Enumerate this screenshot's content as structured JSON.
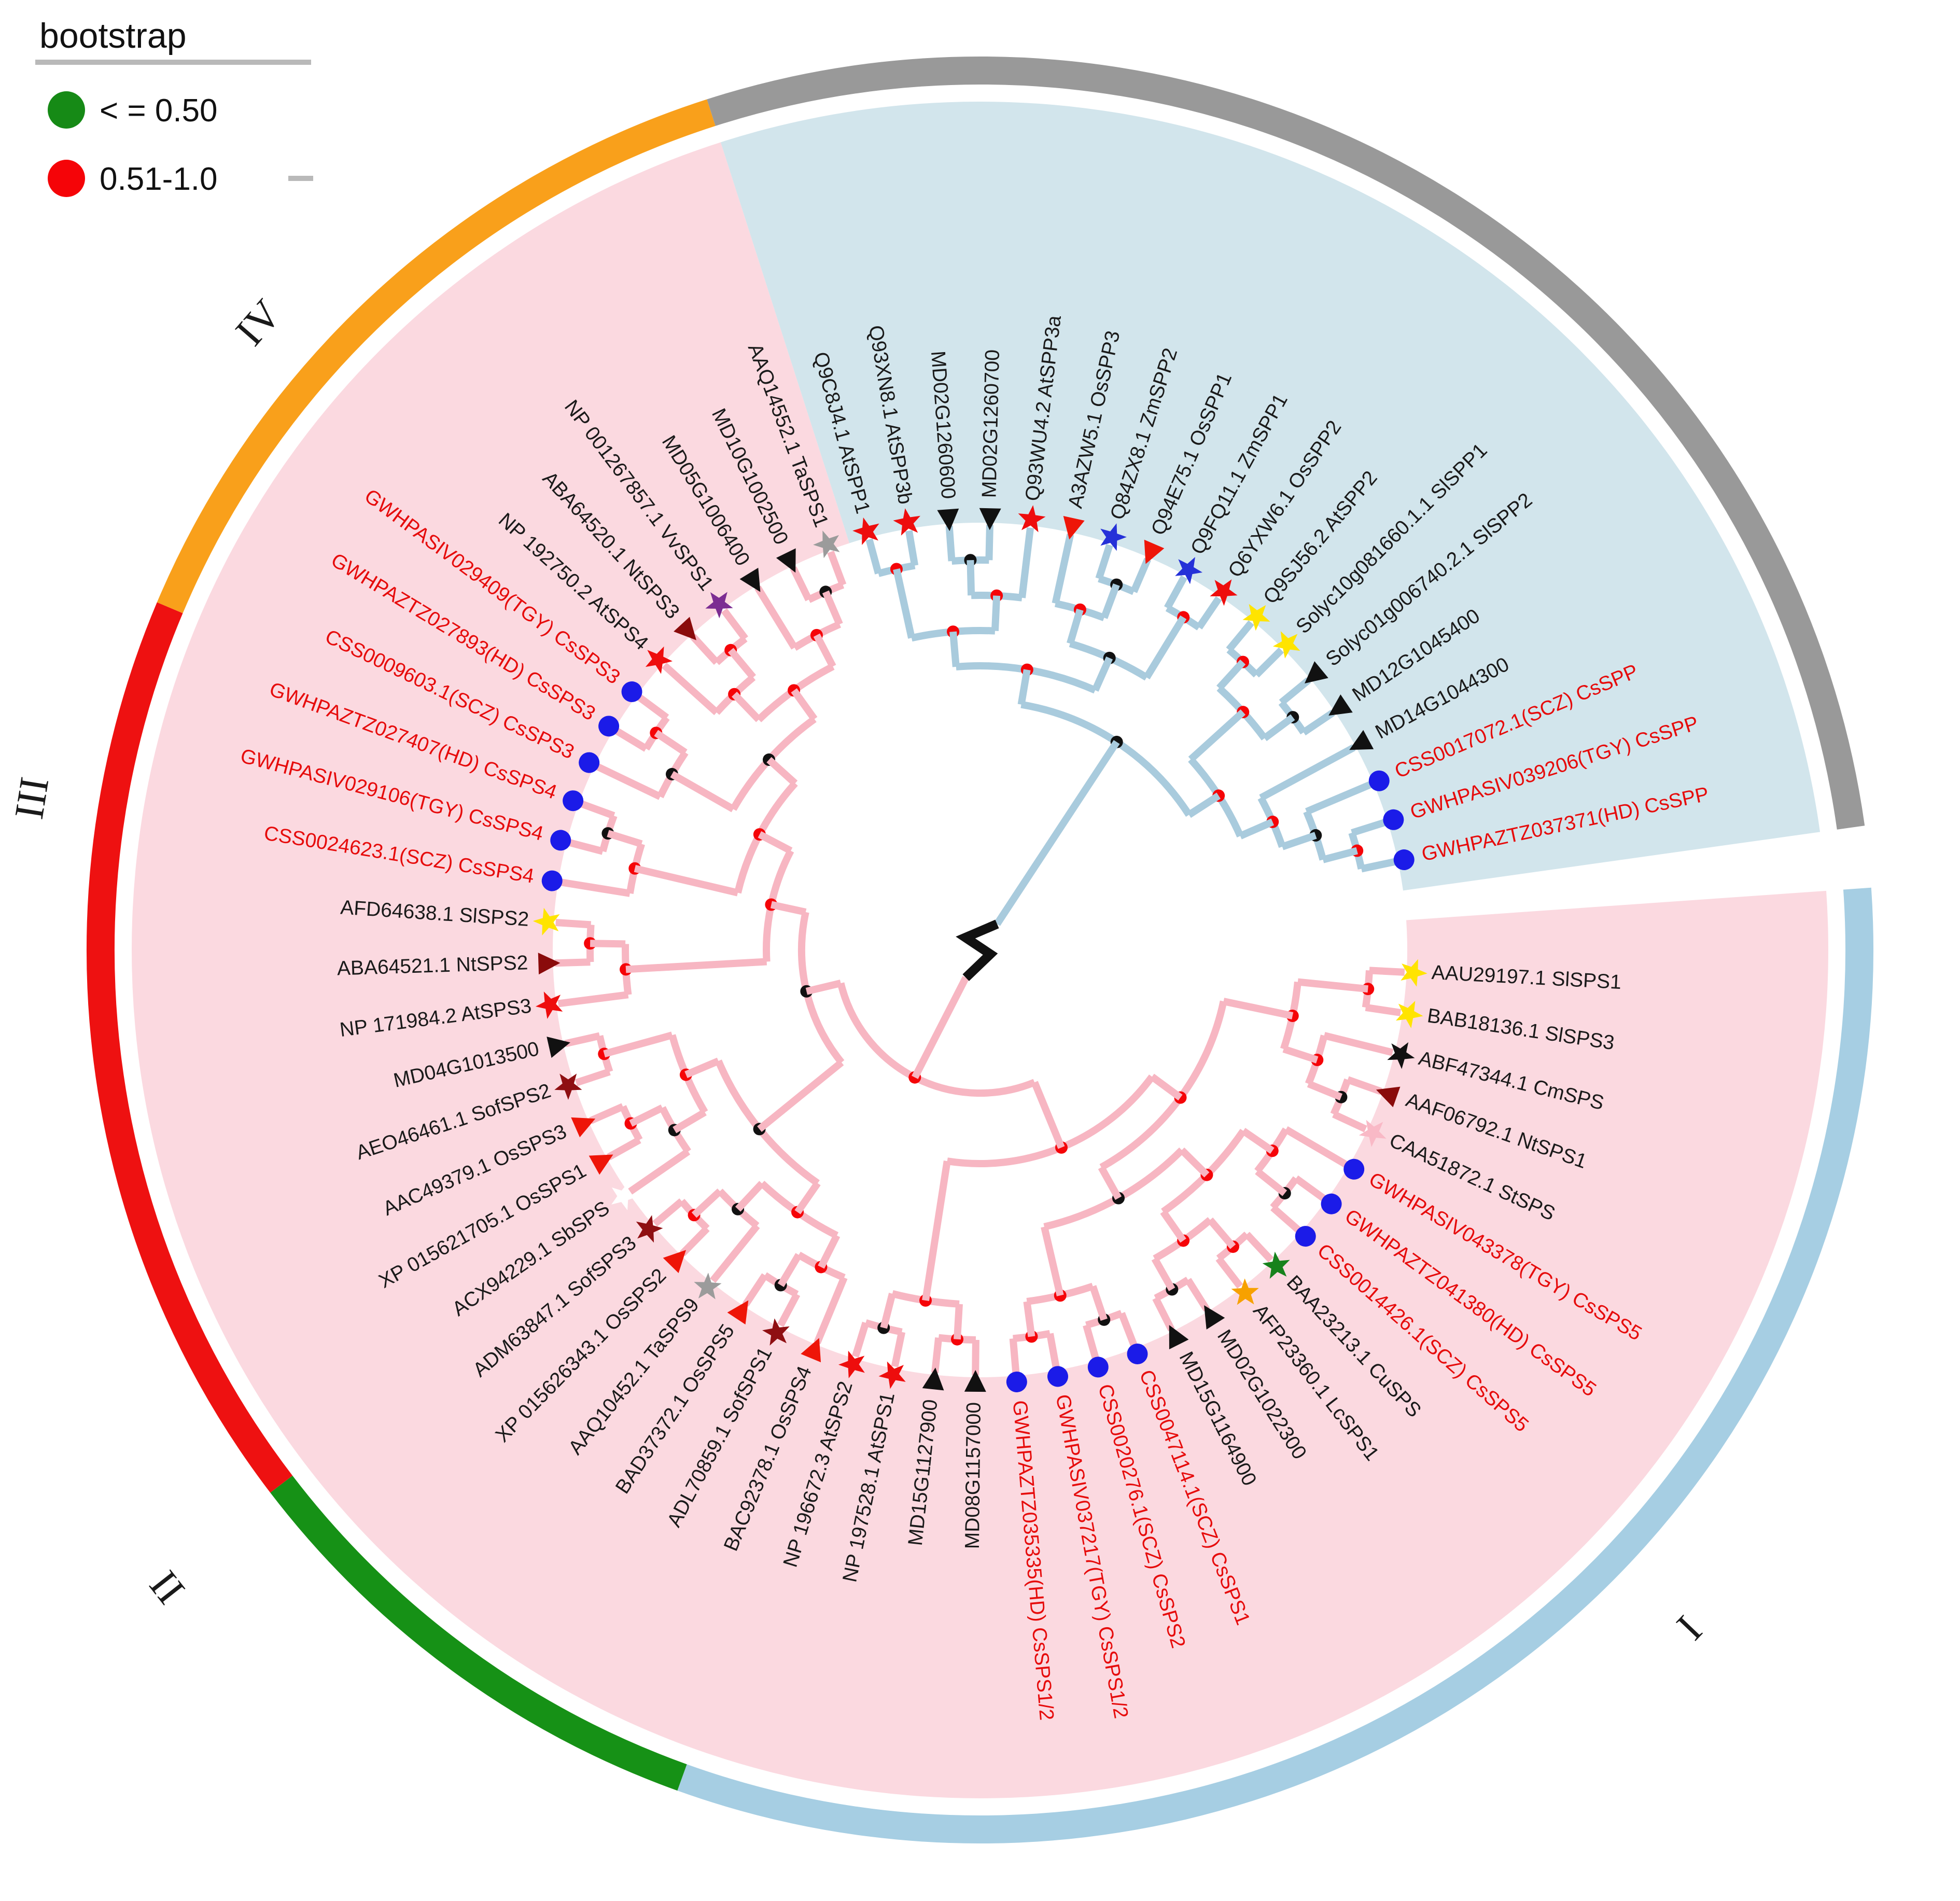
{
  "legend": {
    "title": "bootstrap",
    "items": [
      {
        "label": "< = 0.50",
        "color": "#168a16"
      },
      {
        "label": "0.51-1.0",
        "color": "#f50408"
      }
    ]
  },
  "style": {
    "sps_sector_fill": "#fbd9e0",
    "spp_sector_fill": "#d2e5ec",
    "sps_branch": "#f7b6c2",
    "spp_branch": "#a9cbdd",
    "node_dot_red": "#f50408",
    "node_dot_black": "#111111",
    "label_black": "#1a1a1a",
    "label_red": "#e60b0b",
    "root_color": "#111111"
  },
  "sectors": [
    {
      "name": "sps",
      "color": "#fbd9e0",
      "a0": -4,
      "a1": 252.2
    },
    {
      "name": "spp",
      "color": "#d2e5ec",
      "a0": 252.2,
      "a1": 352
    }
  ],
  "arcs": [
    {
      "group": "I",
      "color": "#a6cee3",
      "a0": -4,
      "a1": 109.8
    },
    {
      "group": "II",
      "color": "#169116",
      "a0": 109.8,
      "a1": 142.6
    },
    {
      "group": "III",
      "color": "#ee1111",
      "a0": 142.6,
      "a1": 202.9
    },
    {
      "group": "IV",
      "color": "#f9a01b",
      "a0": 202.9,
      "a1": 252.2
    },
    {
      "group": "SPP",
      "color": "#999999",
      "a0": 252.2,
      "a1": 352
    }
  ],
  "numerals": [
    {
      "label": "I",
      "angle": 43.7,
      "r": 950
    },
    {
      "label": "II",
      "angle": 141.9,
      "r": 1000
    },
    {
      "label": "III",
      "angle": 189.1,
      "r": 922
    },
    {
      "label": "IV",
      "angle": 221.0,
      "r": 918
    }
  ],
  "marker_defs": {
    "yellow-star": {
      "shape": "star",
      "fill": "#ffe400"
    },
    "black-star": {
      "shape": "star",
      "fill": "#111111"
    },
    "red-star": {
      "shape": "star",
      "fill": "#ee0d0d"
    },
    "darkred-star": {
      "shape": "star",
      "fill": "#8f0f12"
    },
    "gray-star": {
      "shape": "star",
      "fill": "#9b9b9b"
    },
    "white-star": {
      "shape": "star",
      "fill": "#ffffff"
    },
    "pink-star": {
      "shape": "star",
      "fill": "#f9b9c6"
    },
    "purple-star": {
      "shape": "star",
      "fill": "#7c2d92"
    },
    "green-star": {
      "shape": "star",
      "fill": "#17821c"
    },
    "orange-star": {
      "shape": "star",
      "fill": "#f7a100"
    },
    "blue-star": {
      "shape": "star",
      "fill": "#2531d8"
    },
    "black-triangle": {
      "shape": "triangle",
      "fill": "#111111"
    },
    "red-triangle": {
      "shape": "triangle",
      "fill": "#ee1508"
    },
    "darkred-triangle": {
      "shape": "triangle",
      "fill": "#8a0b0b"
    },
    "blue-circle": {
      "shape": "circle",
      "fill": "#1b1be8"
    }
  },
  "tips": [
    {
      "id": 1,
      "label": "AAU29197.1 SlSPS1",
      "color": "black",
      "marker": "yellow-star"
    },
    {
      "id": 2,
      "label": "BAB18136.1 SlSPS3",
      "color": "black",
      "marker": "yellow-star"
    },
    {
      "id": 3,
      "label": "ABF47344.1 CmSPS",
      "color": "black",
      "marker": "black-star"
    },
    {
      "id": 4,
      "label": "AAF06792.1 NtSPS1",
      "color": "black",
      "marker": "darkred-triangle"
    },
    {
      "id": 5,
      "label": "CAA51872.1 StSPS",
      "color": "black",
      "marker": "pink-star"
    },
    {
      "id": 6,
      "label": "GWHPASIV043378(TGY) CsSPS5",
      "color": "red",
      "marker": "blue-circle"
    },
    {
      "id": 7,
      "label": "GWHPAZTZ041380(HD) CsSPS5",
      "color": "red",
      "marker": "blue-circle"
    },
    {
      "id": 8,
      "label": "CSS0014426.1(SCZ) CsSPS5",
      "color": "red",
      "marker": "blue-circle"
    },
    {
      "id": 9,
      "label": "BAA23213.1 CuSPS",
      "color": "black",
      "marker": "green-star"
    },
    {
      "id": 10,
      "label": "AFP23360.1 LcSPS1",
      "color": "black",
      "marker": "orange-star"
    },
    {
      "id": 11,
      "label": "MD02G1022300",
      "color": "black",
      "marker": "black-triangle"
    },
    {
      "id": 12,
      "label": "MD15G1164900",
      "color": "black",
      "marker": "black-triangle"
    },
    {
      "id": 13,
      "label": "CSS0047114.1(SCZ) CsSPS1",
      "color": "red",
      "marker": "blue-circle"
    },
    {
      "id": 14,
      "label": "CSS0020276.1(SCZ) CsSPS2",
      "color": "red",
      "marker": "blue-circle"
    },
    {
      "id": 15,
      "label": "GWHPASIV037217(TGY) CsSPS1/2",
      "color": "red",
      "marker": "blue-circle"
    },
    {
      "id": 16,
      "label": "GWHPAZTZ035335(HD) CsSPS1/2",
      "color": "red",
      "marker": "blue-circle"
    },
    {
      "id": 17,
      "label": "MD08G1157000",
      "color": "black",
      "marker": "black-triangle"
    },
    {
      "id": 18,
      "label": "MD15G1127900",
      "color": "black",
      "marker": "black-triangle"
    },
    {
      "id": 19,
      "label": "NP 197528.1 AtSPS1",
      "color": "black",
      "marker": "red-star"
    },
    {
      "id": 20,
      "label": "NP 196672.3 AtSPS2",
      "color": "black",
      "marker": "red-star"
    },
    {
      "id": 21,
      "label": "BAC92378.1 OsSPS4",
      "color": "black",
      "marker": "red-triangle"
    },
    {
      "id": 22,
      "label": "ADL70859.1 SofSPS1",
      "color": "black",
      "marker": "darkred-star"
    },
    {
      "id": 23,
      "label": "BAD37372.1 OsSPS5",
      "color": "black",
      "marker": "red-triangle"
    },
    {
      "id": 24,
      "label": "AAQ10452.1 TaSPS9",
      "color": "black",
      "marker": "gray-star"
    },
    {
      "id": 25,
      "label": "XP 015626343.1 OsSPS2",
      "color": "black",
      "marker": "red-triangle"
    },
    {
      "id": 26,
      "label": "ADM63847.1 SofSPS3",
      "color": "black",
      "marker": "darkred-star"
    },
    {
      "id": 27,
      "label": "ACX94229.1 SbSPS",
      "color": "black",
      "marker": "white-star"
    },
    {
      "id": 28,
      "label": "XP 015621705.1 OsSPS1",
      "color": "black",
      "marker": "red-triangle"
    },
    {
      "id": 29,
      "label": "AAC49379.1 OsSPS3",
      "color": "black",
      "marker": "red-triangle"
    },
    {
      "id": 30,
      "label": "AEO46461.1 SofSPS2",
      "color": "black",
      "marker": "darkred-star"
    },
    {
      "id": 31,
      "label": "MD04G1013500",
      "color": "black",
      "marker": "black-triangle"
    },
    {
      "id": 32,
      "label": "NP 171984.2 AtSPS3",
      "color": "black",
      "marker": "red-star"
    },
    {
      "id": 33,
      "label": "ABA64521.1 NtSPS2",
      "color": "black",
      "marker": "darkred-triangle"
    },
    {
      "id": 34,
      "label": "AFD64638.1 SlSPS2",
      "color": "black",
      "marker": "yellow-star"
    },
    {
      "id": 35,
      "label": "CSS0024623.1(SCZ) CsSPS4",
      "color": "red",
      "marker": "blue-circle"
    },
    {
      "id": 36,
      "label": "GWHPASIV029106(TGY) CsSPS4",
      "color": "red",
      "marker": "blue-circle"
    },
    {
      "id": 37,
      "label": "GWHPAZTZ027407(HD) CsSPS4",
      "color": "red",
      "marker": "blue-circle"
    },
    {
      "id": 38,
      "label": "CSS0009603.1(SCZ) CsSPS3",
      "color": "red",
      "marker": "blue-circle"
    },
    {
      "id": 39,
      "label": "GWHPAZTZ027893(HD) CsSPS3",
      "color": "red",
      "marker": "blue-circle"
    },
    {
      "id": 40,
      "label": "GWHPASIV029409(TGY) CsSPS3",
      "color": "red",
      "marker": "blue-circle"
    },
    {
      "id": 41,
      "label": "NP 192750.2 AtSPS4",
      "color": "black",
      "marker": "red-star"
    },
    {
      "id": 42,
      "label": "ABA64520.1 NtSPS3",
      "color": "black",
      "marker": "darkred-triangle"
    },
    {
      "id": 43,
      "label": "NP 001267857.1 VvSPS1",
      "color": "black",
      "marker": "purple-star"
    },
    {
      "id": 44,
      "label": "MD05G1006400",
      "color": "black",
      "marker": "black-triangle"
    },
    {
      "id": 45,
      "label": "MD10G1002500",
      "color": "black",
      "marker": "black-triangle"
    },
    {
      "id": 46,
      "label": "AAQ14552.1 TaSPS1",
      "color": "black",
      "marker": "gray-star"
    },
    {
      "id": 47,
      "label": "Q9C8J4.1 AtSPP1",
      "color": "black",
      "marker": "red-star"
    },
    {
      "id": 48,
      "label": "Q93XN8.1 AtSPP3b",
      "color": "black",
      "marker": "red-star"
    },
    {
      "id": 49,
      "label": "MD02G1260600",
      "color": "black",
      "marker": "black-triangle"
    },
    {
      "id": 50,
      "label": "MD02G1260700",
      "color": "black",
      "marker": "black-triangle"
    },
    {
      "id": 51,
      "label": "Q93WU4.2 AtSPP3a",
      "color": "black",
      "marker": "red-star"
    },
    {
      "id": 52,
      "label": "A3AZW5.1 OsSPP3",
      "color": "black",
      "marker": "red-triangle"
    },
    {
      "id": 53,
      "label": "Q84ZX8.1 ZmSPP2",
      "color": "black",
      "marker": "blue-star"
    },
    {
      "id": 54,
      "label": "Q94E75.1 OsSPP1",
      "color": "black",
      "marker": "red-triangle"
    },
    {
      "id": 55,
      "label": "Q9FQ11.1 ZmSPP1",
      "color": "black",
      "marker": "blue-star"
    },
    {
      "id": 56,
      "label": "Q6YXW6.1 OsSPP2",
      "color": "black",
      "marker": "red-star"
    },
    {
      "id": 57,
      "label": "Q9SJ56.2 AtSPP2",
      "color": "black",
      "marker": "yellow-star"
    },
    {
      "id": 58,
      "label": "Solyc10g081660.1.1 SlSPP1",
      "color": "black",
      "marker": "yellow-star"
    },
    {
      "id": 59,
      "label": "Solyc01g006740.2.1 SlSPP2",
      "color": "black",
      "marker": "black-triangle"
    },
    {
      "id": 60,
      "label": "MD12G1045400",
      "color": "black",
      "marker": "black-triangle"
    },
    {
      "id": 61,
      "label": "MD14G1044300",
      "color": "black",
      "marker": "black-triangle"
    },
    {
      "id": 62,
      "label": "CSS0017072.1(SCZ) CsSPP",
      "color": "red",
      "marker": "blue-circle"
    },
    {
      "id": 63,
      "label": "GWHPASIV039206(TGY) CsSPP",
      "color": "red",
      "marker": "blue-circle"
    },
    {
      "id": 64,
      "label": "GWHPAZTZ037371(HD) CsSPP",
      "color": "red",
      "marker": "blue-circle"
    }
  ],
  "clades": {
    "sps": [
      [
        [
          [
            [
              1,
              2
            ],
            [
              3,
              [
                4,
                5
              ]
            ]
          ],
          [
            [
              [
                6,
                [
                  7,
                  8
                ]
              ],
              [
                [
                  9,
                  10
                ],
                [
                  11,
                  12
                ]
              ]
            ],
            [
              [
                13,
                14
              ],
              [
                15,
                16
              ]
            ]
          ]
        ],
        [
          [
            17,
            18
          ],
          [
            19,
            20
          ]
        ]
      ],
      [
        [
          [
            [
              21,
              [
                22,
                23
              ]
            ],
            [
              24,
              [
                25,
                26
              ]
            ]
          ],
          [
            [
              27,
              [
                28,
                29
              ]
            ],
            [
              30,
              31
            ]
          ]
        ],
        [
          [
            32,
            [
              33,
              34
            ]
          ],
          [
            [
              35,
              [
                36,
                37
              ]
            ],
            [
              [
                38,
                [
                  39,
                  40
                ]
              ],
              [
                [
                  41,
                  [
                    42,
                    43
                  ]
                ],
                [
                  44,
                  [
                    45,
                    46
                  ]
                ]
              ]
            ]
          ]
        ]
      ]
    ],
    "spp": [
      [
        [
          [
            47,
            48
          ],
          [
            [
              49,
              50
            ],
            51
          ]
        ],
        [
          [
            52,
            [
              53,
              54
            ]
          ],
          [
            55,
            56
          ]
        ]
      ],
      [
        [
          [
            57,
            58
          ],
          [
            59,
            60
          ]
        ],
        [
          61,
          [
            62,
            [
              63,
              64
            ]
          ]
        ]
      ]
    ]
  },
  "geometry_note": "circular cladogram, 64 tips, tip angle = 3 + (id-1)*5.476 degrees clockwise from east, gap on east side"
}
